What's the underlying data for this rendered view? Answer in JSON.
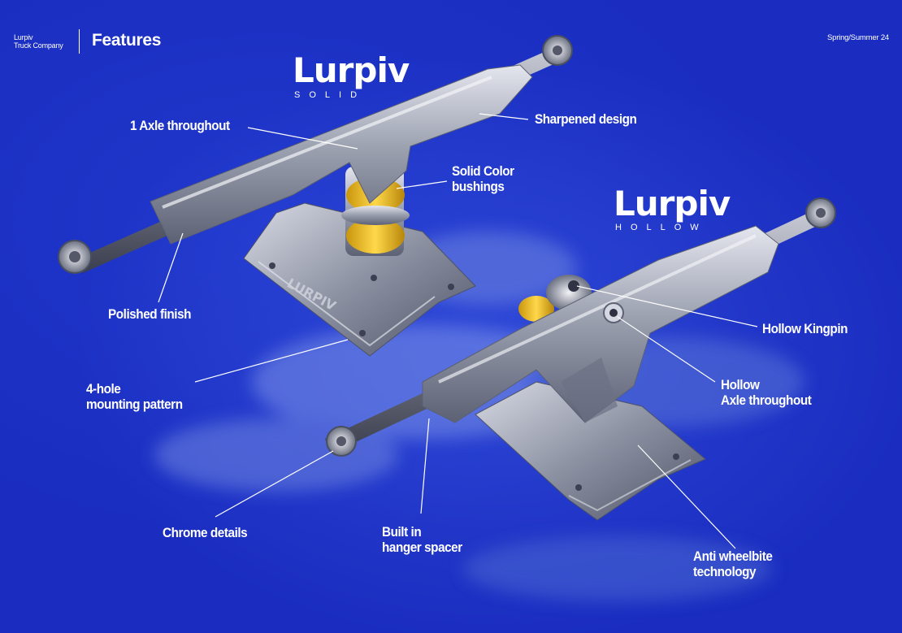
{
  "header": {
    "brand_line1": "Lurpiv",
    "brand_line2": "Truck Company",
    "section_title": "Features",
    "season": "Spring/Summer 24"
  },
  "logos": {
    "solid": {
      "name": "Lurpiv",
      "subtitle": "SOLID"
    },
    "hollow": {
      "name": "Lurpiv",
      "subtitle": "HOLLOW"
    },
    "engraving": "LURPIV"
  },
  "callouts": {
    "axle_throughout": "1 Axle throughout",
    "sharpened_design": "Sharpened design",
    "solid_color_1": "Solid Color",
    "solid_color_2": "bushings",
    "polished_finish": "Polished finish",
    "mounting_1": "4-hole",
    "mounting_2": "mounting pattern",
    "hollow_kingpin": "Hollow Kingpin",
    "hollow_axle_1": "Hollow",
    "hollow_axle_2": "Axle throughout",
    "chrome_details": "Chrome details",
    "spacer_1": "Built in",
    "spacer_2": "hanger spacer",
    "wheelbite_1": "Anti wheelbite",
    "wheelbite_2": "technology"
  },
  "colors": {
    "background": "#1a2dc0",
    "metal": "#a8acb8",
    "bushing": "#f2c21a",
    "text": "#ffffff"
  }
}
